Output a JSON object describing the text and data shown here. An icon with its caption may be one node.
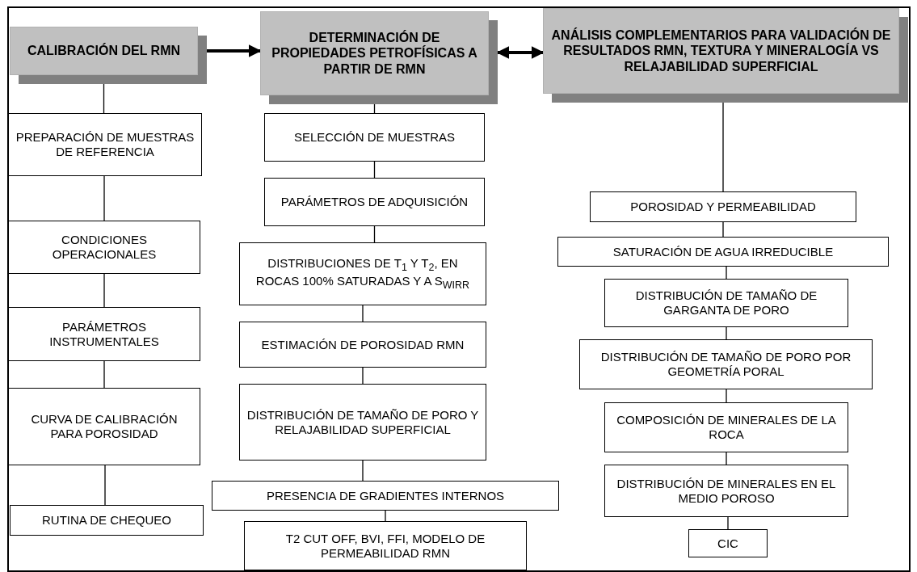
{
  "diagram": {
    "nodes": [
      {
        "text": [
          "CALIBRACIÓN DEL RMN"
        ]
      },
      {
        "text": [
          "DETERMINACIÓN DE PROPIEDADES PETROFÍSICAS A PARTIR DE RMN"
        ]
      },
      {
        "text": [
          "ANÁLISIS COMPLEMENTARIOS PARA VALIDACIÓN DE RESULTADOS RMN, TEXTURA Y MINERALOGÍA VS RELAJABILIDAD SUPERFICIAL"
        ]
      },
      {
        "text": [
          "PREPARACIÓN DE MUESTRAS DE REFERENCIA"
        ]
      },
      {
        "text": [
          "CONDICIONES OPERACIONALES"
        ]
      },
      {
        "text": [
          "PARÁMETROS INSTRUMENTALES"
        ]
      },
      {
        "text": [
          "CURVA DE CALIBRACIÓN PARA POROSIDAD"
        ]
      },
      {
        "text": [
          "RUTINA DE CHEQUEO"
        ]
      },
      {
        "text": [
          "SELECCIÓN DE MUESTRAS"
        ]
      },
      {
        "text": [
          "PARÁMETROS DE ADQUISICIÓN"
        ]
      },
      {
        "text": [
          "DISTRIBUCIONES DE T$_{1}$ Y T$_{2}$, EN ROCAS 100% SATURADAS Y A S$_{WIRR}$"
        ]
      },
      {
        "text": [
          "ESTIMACIÓN DE POROSIDAD RMN"
        ]
      },
      {
        "text": [
          "DISTRIBUCIÓN DE TAMAÑO DE PORO Y RELAJABILIDAD SUPERFICIAL"
        ]
      },
      {
        "text": [
          "PRESENCIA DE GRADIENTES INTERNOS"
        ]
      },
      {
        "text": [
          "T2 CUT OFF, BVI, FFI, MODELO DE PERMEABILIDAD RMN"
        ]
      },
      {
        "text": [
          "POROSIDAD Y PERMEABILIDAD"
        ]
      },
      {
        "text": [
          "SATURACIÓN DE AGUA IRREDUCIBLE"
        ]
      },
      {
        "text": [
          "DISTRIBUCIÓN DE TAMAÑO DE GARGANTA DE PORO"
        ]
      },
      {
        "text": [
          "DISTRIBUCIÓN DE TAMAÑO DE PORO POR GEOMETRÍA PORAL"
        ]
      },
      {
        "text": [
          "COMPOSICIÓN DE MINERALES DE LA ROCA"
        ]
      },
      {
        "text": [
          "DISTRIBUCIÓN DE MINERALES EN EL MEDIO POROSO"
        ]
      },
      {
        "text": [
          "CIC"
        ]
      }
    ],
    "edges": [
      {
        "from": 0,
        "to": 1,
        "arrow": "to",
        "style": "thick"
      },
      {
        "from": 1,
        "to": 2,
        "arrow": "both",
        "style": "thick"
      },
      {
        "from": 0,
        "to": 3,
        "arrow": "none"
      },
      {
        "from": 3,
        "to": 4,
        "arrow": "none"
      },
      {
        "from": 4,
        "to": 5,
        "arrow": "none"
      },
      {
        "from": 5,
        "to": 6,
        "arrow": "none"
      },
      {
        "from": 6,
        "to": 7,
        "arrow": "none"
      },
      {
        "from": 1,
        "to": 8,
        "arrow": "none"
      },
      {
        "from": 8,
        "to": 9,
        "arrow": "none"
      },
      {
        "from": 9,
        "to": 10,
        "arrow": "none"
      },
      {
        "from": 10,
        "to": 11,
        "arrow": "none"
      },
      {
        "from": 11,
        "to": 12,
        "arrow": "none"
      },
      {
        "from": 12,
        "to": 13,
        "arrow": "none"
      },
      {
        "from": 13,
        "to": 14,
        "arrow": "none"
      },
      {
        "from": 2,
        "to": 15,
        "arrow": "none"
      },
      {
        "from": 15,
        "to": 16,
        "arrow": "none"
      },
      {
        "from": 16,
        "to": 17,
        "arrow": "none"
      },
      {
        "from": 17,
        "to": 18,
        "arrow": "none"
      },
      {
        "from": 18,
        "to": 19,
        "arrow": "none"
      },
      {
        "from": 19,
        "to": 20,
        "arrow": "none"
      },
      {
        "from": 20,
        "to": 21,
        "arrow": "none"
      }
    ]
  }
}
